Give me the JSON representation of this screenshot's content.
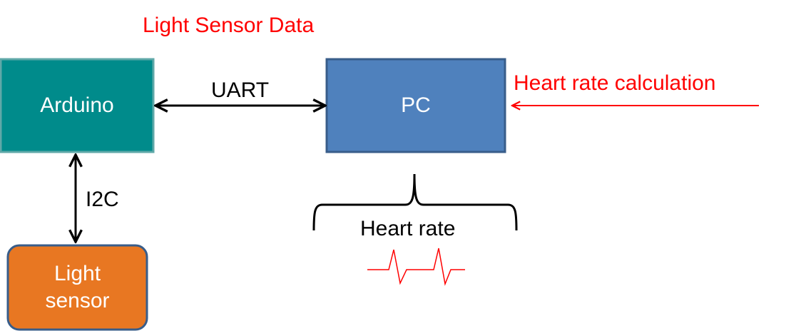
{
  "title": "Light Sensor Data",
  "nodes": {
    "arduino": {
      "label": "Arduino",
      "fill": "#008b8b"
    },
    "pc": {
      "label": "PC",
      "fill": "#4f81bd"
    },
    "light_sensor": {
      "line1": "Light",
      "line2": "sensor",
      "fill": "#e87722"
    }
  },
  "edges": {
    "uart": "UART",
    "i2c": "I2C"
  },
  "annotations": {
    "heart_rate_calculation": "Heart rate calculation",
    "heart_rate": "Heart rate"
  },
  "colors": {
    "accent": "#ff0000",
    "line": "#000000"
  }
}
